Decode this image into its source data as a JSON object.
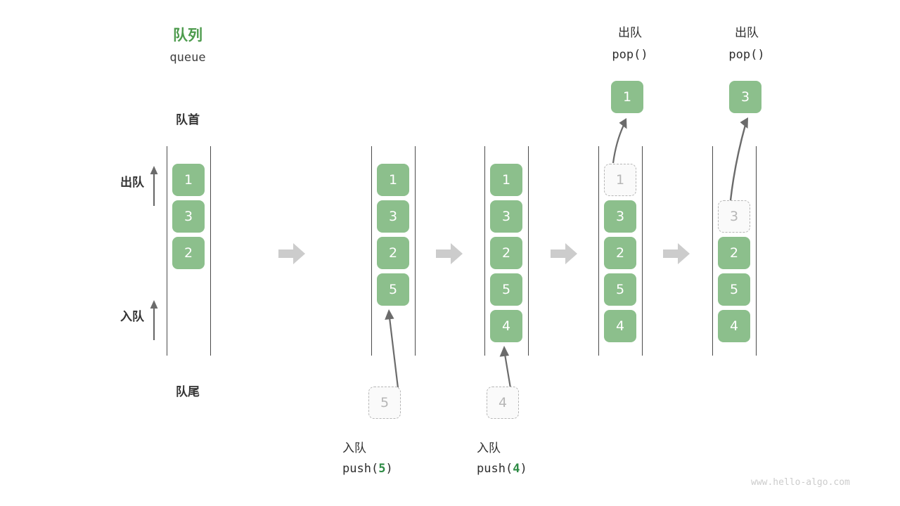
{
  "header": {
    "title_cn": "队列",
    "title_code": "queue"
  },
  "labels": {
    "front": "队首",
    "rear": "队尾",
    "dequeue_side": "出队",
    "enqueue_side": "入队"
  },
  "colors": {
    "element_fill": "#8cbf8c",
    "element_text": "#ffffff",
    "ghost_border": "#b6b6b6",
    "ghost_text": "#b6b6b6",
    "title_green": "#4d9b4d",
    "code_arg_green": "#2e8b45",
    "rail": "#4a4a4a",
    "step_arrow": "#cccccc",
    "thin_arrow": "#6b6b6b",
    "watermark": "#cccccc"
  },
  "columns": [
    {
      "id": "initial-queue",
      "cells": [
        {
          "value": "1",
          "state": "filled"
        },
        {
          "value": "3",
          "state": "filled"
        },
        {
          "value": "2",
          "state": "filled"
        }
      ]
    },
    {
      "id": "after-push-5",
      "cells": [
        {
          "value": "1",
          "state": "filled"
        },
        {
          "value": "3",
          "state": "filled"
        },
        {
          "value": "2",
          "state": "filled"
        },
        {
          "value": "5",
          "state": "filled"
        }
      ]
    },
    {
      "id": "after-push-4",
      "cells": [
        {
          "value": "1",
          "state": "filled"
        },
        {
          "value": "3",
          "state": "filled"
        },
        {
          "value": "2",
          "state": "filled"
        },
        {
          "value": "5",
          "state": "filled"
        },
        {
          "value": "4",
          "state": "filled"
        }
      ]
    },
    {
      "id": "after-pop-1",
      "cells": [
        {
          "value": "1",
          "state": "ghost"
        },
        {
          "value": "3",
          "state": "filled"
        },
        {
          "value": "2",
          "state": "filled"
        },
        {
          "value": "5",
          "state": "filled"
        },
        {
          "value": "4",
          "state": "filled"
        }
      ]
    },
    {
      "id": "after-pop-3",
      "cells": [
        {
          "value": "",
          "state": "blank"
        },
        {
          "value": "3",
          "state": "ghost"
        },
        {
          "value": "2",
          "state": "filled"
        },
        {
          "value": "5",
          "state": "filled"
        },
        {
          "value": "4",
          "state": "filled"
        }
      ]
    }
  ],
  "operations": {
    "push_5": {
      "ghost_value": "5",
      "label_cn": "入队",
      "code_prefix": "push(",
      "code_arg": "5",
      "code_suffix": ")"
    },
    "push_4": {
      "ghost_value": "4",
      "label_cn": "入队",
      "code_prefix": "push(",
      "code_arg": "4",
      "code_suffix": ")"
    },
    "pop_1": {
      "label_cn": "出队",
      "code": "pop()",
      "popped_value": "1"
    },
    "pop_3": {
      "label_cn": "出队",
      "code": "pop()",
      "popped_value": "3"
    }
  },
  "footer": {
    "watermark": "www.hello-algo.com"
  }
}
